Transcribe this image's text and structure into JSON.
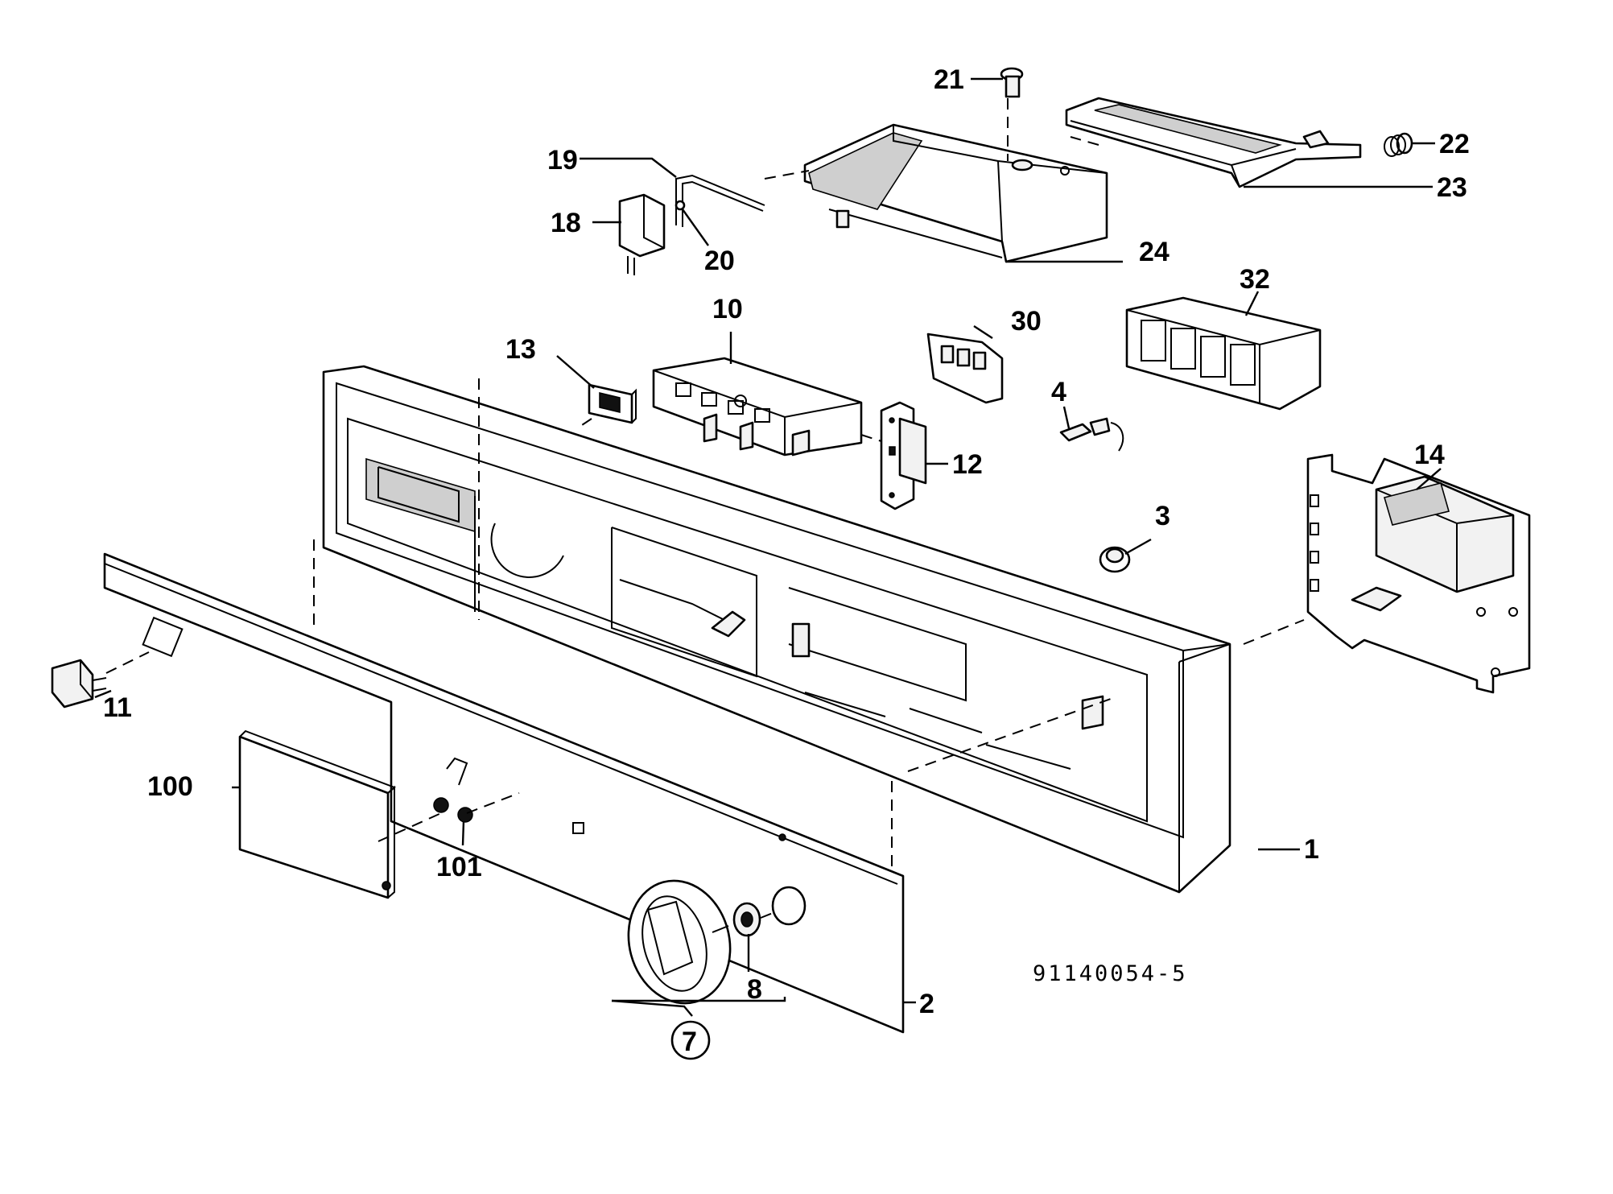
{
  "diagram": {
    "reference_number": "91140054-5",
    "callouts": [
      "1",
      "2",
      "3",
      "4",
      "7",
      "8",
      "10",
      "11",
      "12",
      "13",
      "14",
      "18",
      "19",
      "20",
      "21",
      "22",
      "23",
      "24",
      "30",
      "32",
      "100",
      "101"
    ]
  }
}
